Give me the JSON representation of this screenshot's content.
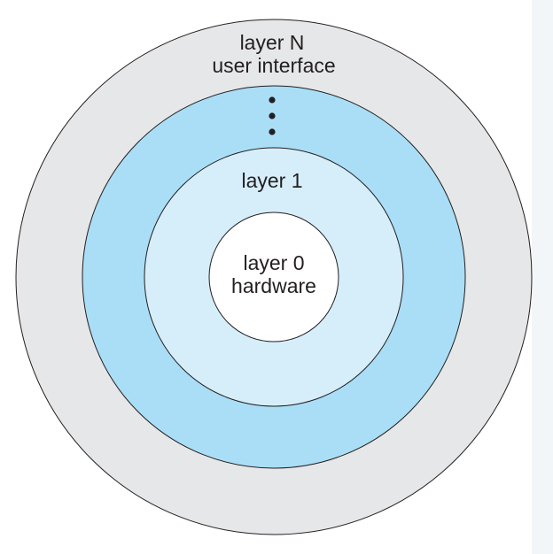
{
  "diagram": {
    "layers": [
      {
        "id": "outer",
        "line1": "layer N",
        "line2": "user interface",
        "fill": "#e6e7e8"
      },
      {
        "id": "middle",
        "line1": "",
        "line2": "",
        "fill": "#a9def6"
      },
      {
        "id": "inner",
        "line1": "layer 1",
        "line2": "",
        "fill": "#d6eefa"
      },
      {
        "id": "core",
        "line1": "layer 0",
        "line2": "hardware",
        "fill": "#ffffff"
      }
    ],
    "stroke": "#231f20",
    "ellipsis_dots": 3
  }
}
